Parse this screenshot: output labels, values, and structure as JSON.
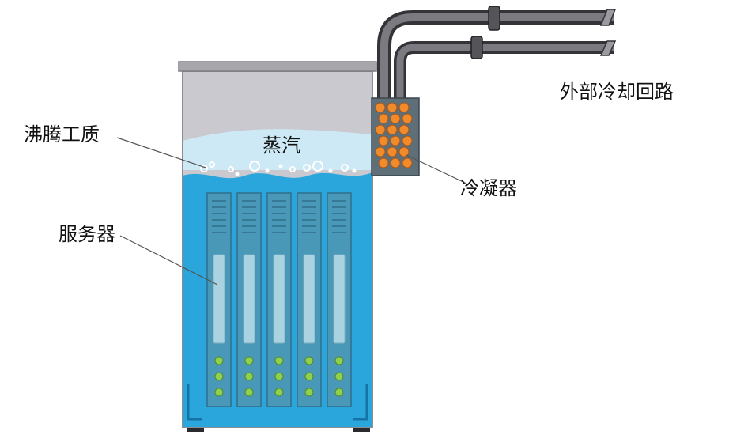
{
  "labels": {
    "boiling_fluid": "沸腾工质",
    "vapor": "蒸汽",
    "external_loop": "外部冷却回路",
    "condenser": "冷凝器",
    "server": "服务器"
  },
  "colors": {
    "liquid": "#2aa6dc",
    "liquid_dark": "#1687c2",
    "vapor_surface": "#cde9f5",
    "tank_air": "#c9c9cf",
    "tank_rim": "#a6a6ab",
    "server_body": "#4a98b8",
    "server_slot": "#a9d3e0",
    "server_led": "#8fd14f",
    "condenser_box": "#5f6f78",
    "condenser_ball": "#f08a2a",
    "pipe": "#6a6a6f",
    "pipe_dark": "#333338"
  },
  "server_count": 5
}
